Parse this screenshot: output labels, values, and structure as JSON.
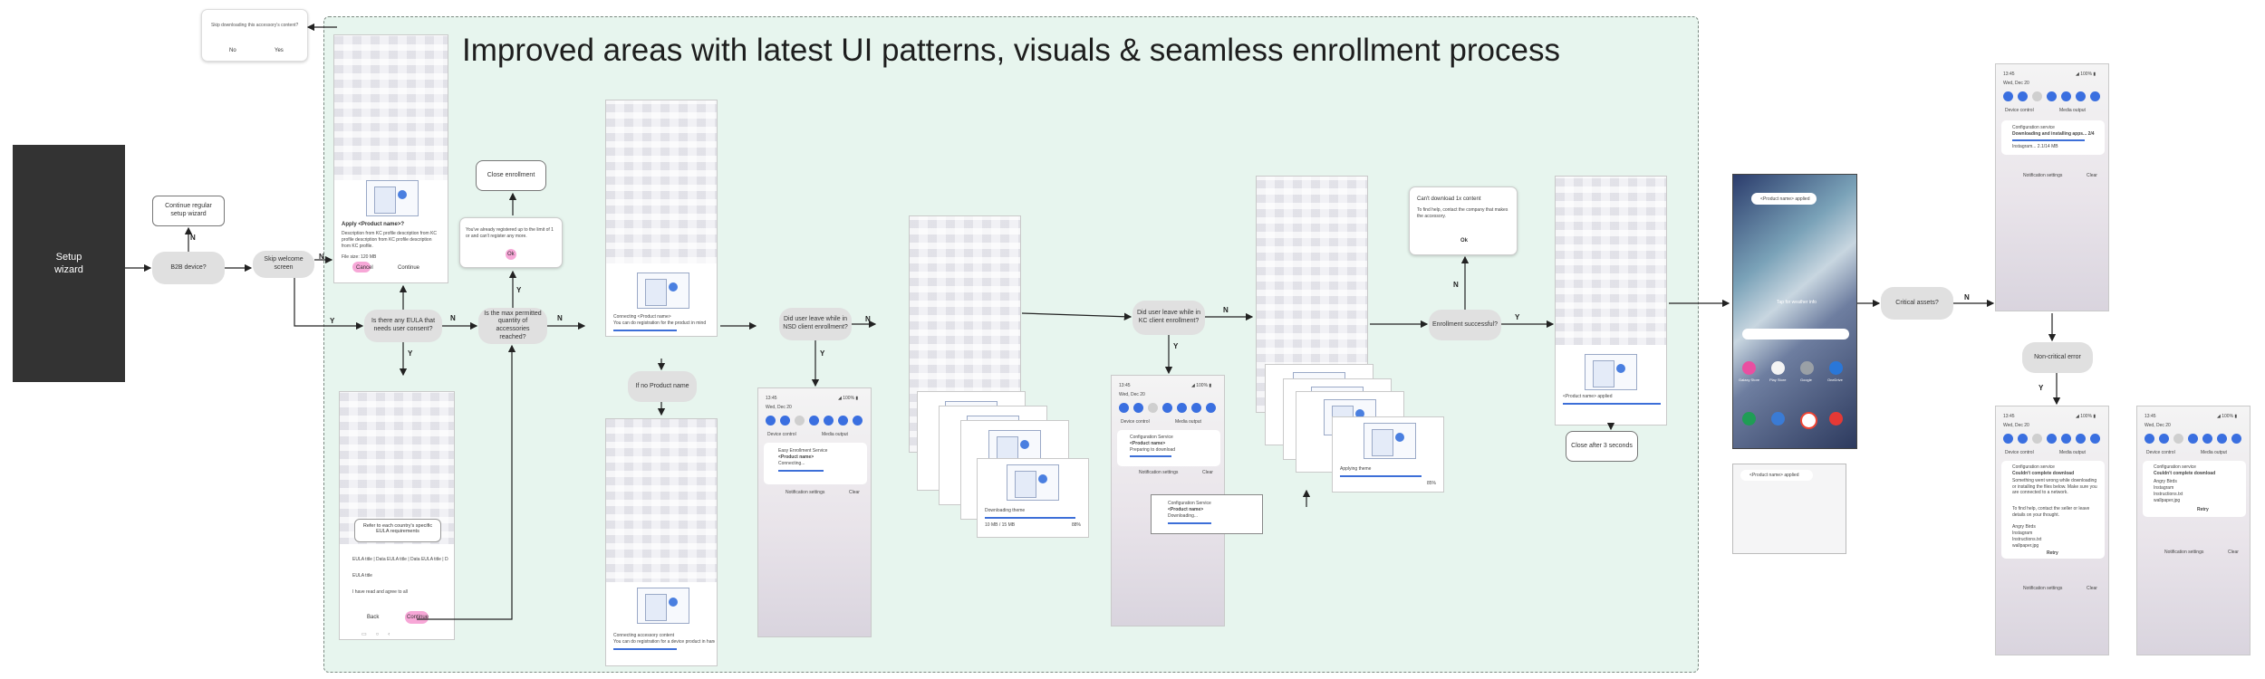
{
  "title": "Improved areas with latest UI patterns, visuals & seamless enrollment process",
  "setup": "Setup\nwizard",
  "nodes": {
    "b2b": "B2B device?",
    "continue_regular": "Continue regular setup wizard",
    "skip_welcome": "Skip welcome screen",
    "eula": "Is there any EULA that needs user consent?",
    "max_accessories": "Is the max permitted quantity of accessories reached?",
    "close_enrollment": "Close enrollment",
    "if_no_product": "If no Product name",
    "did_leave_nfc": "Did user leave while in NSD client enrollment?",
    "did_leave_kc": "Did user leave while in KC client enrollment?",
    "enroll_success": "Enrollment successful?",
    "close_after": "Close after 3 seconds",
    "critical": "Critical assets?",
    "noncritical": "Non-critical error"
  },
  "yn": {
    "y": "Y",
    "n": "N"
  },
  "skip_dialog": {
    "question": "Skip downloading this accessory's content?",
    "no": "No",
    "yes": "Yes"
  },
  "apply_phone": {
    "heading": "Apply <Product name>?",
    "body": "Description from KC profile description from KC profile description from KC profile description from KC profile.",
    "fee": "File size: 120 MB",
    "cancel": "Cancel",
    "continue": "Continue"
  },
  "eula_phone": {
    "heading": "Refer to each country's specific EULA requirements",
    "items": [
      "EULA title | Data EULA title | Data EULA title | Data EULA title",
      "EULA title",
      "I have read and agree to all"
    ],
    "back": "Back",
    "continue": "Continue"
  },
  "max_dialog": {
    "text": "You've already registered up to the limit of 1 or and can't register any more.",
    "ok": "Ok"
  },
  "connecting": {
    "line1": "Connecting <Product name>",
    "line2": "You can do registration for the product in mind"
  },
  "connecting_acc": {
    "line1": "Connecting accessory content",
    "line2": "You can do registration for a device product in hand for it"
  },
  "notif_phone": {
    "time": "13:45",
    "date": "Wed, Dec 20",
    "status": "◢ 100% ▮",
    "device_control": "Device control",
    "media_output": "Media output",
    "service": "Easy Enrollment Service",
    "product": "<Product name>",
    "state": "Connecting...",
    "settings": "Notification settings",
    "clear": "Clear"
  },
  "stack_phone": {
    "label": "Downloading theme",
    "left": "10 MB / 15 MB",
    "right": "88%"
  },
  "apply_theme": {
    "label": "Applying theme",
    "right": "85%"
  },
  "config_phone": {
    "service": "Configuration Service",
    "product": "<Product name>",
    "state1": "Preparing to download",
    "state2": "Downloading..."
  },
  "cant_download": {
    "title": "Can't download 1x content",
    "body": "To find help, contact the company that makes the accessory.",
    "ok": "Ok"
  },
  "applied_phone": {
    "label": "<Product name> applied"
  },
  "home_phone": {
    "toast": "<Product name> applied",
    "hint": "Tap for weather info",
    "apps": [
      "Galaxy Store",
      "Play Store",
      "Google",
      "OneDrive"
    ]
  },
  "crit_phone": {
    "service": "Configuration service",
    "line1": "Downloading and installing apps... 2/4",
    "line2": "Instagram... 2.1/14 MB",
    "settings": "Notification settings",
    "clear": "Clear"
  },
  "fail_phone": {
    "service": "Configuration service",
    "title": "Couldn't complete download",
    "body": "Something went wrong while downloading or installing the files below. Make sure you are connected to a network.",
    "extra": "To find help, contact the seller or leave details on your thought.",
    "list": [
      "Angry Birds",
      "Instagram",
      "Instructions.txt",
      "wallpaper.jpg"
    ],
    "retry": "Retry",
    "settings": "Notification settings",
    "clear": "Clear"
  },
  "colors": {
    "accent": "#3d6fd8",
    "region_bg": "#e7f5ee",
    "pink": "#f7a7d7"
  }
}
